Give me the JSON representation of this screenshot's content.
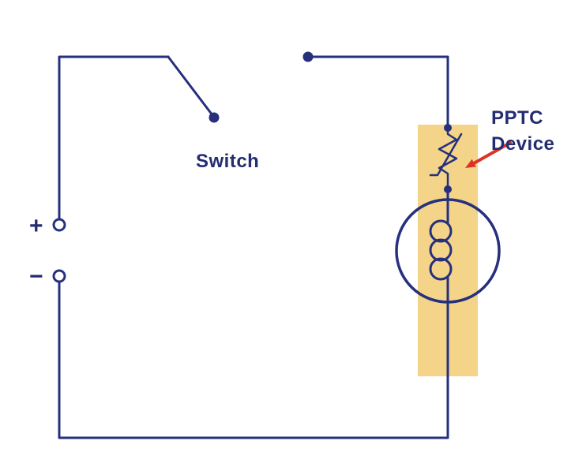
{
  "diagram": {
    "kind": "circuit-schematic",
    "labels": {
      "switch": "Switch",
      "battery_plus": "+",
      "battery_minus": "−",
      "pptc_line1": "PPTC",
      "pptc_line2": "Device"
    },
    "colors": {
      "wire": "#26307d",
      "label_text": "#242d72",
      "highlight_band": "#f3d488",
      "arrow": "#dd3327",
      "background": "#ffffff"
    }
  }
}
